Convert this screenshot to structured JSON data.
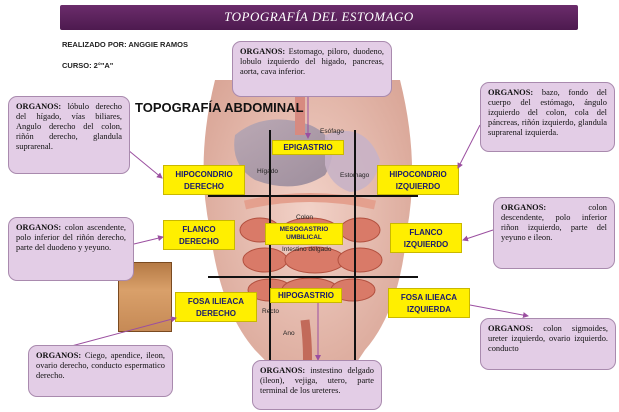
{
  "header": {
    "title": "TOPOGRAFÍA DEL ESTOMAGO"
  },
  "meta": {
    "author": "REALIZADO POR: ANGGIE RAMOS",
    "course": "CURSO: 2°\"A\""
  },
  "main_title": "TOPOGRAFÍA ABDOMINAL",
  "organ_label": "ORGANOS:",
  "boxes": {
    "epigastrio": "Estomago, piloro, duodeno, lobulo izquierdo del higado, pancreas, aorta, cava inferior.",
    "hipo_der": "lóbulo derecho del hígado, vías biliares, Angulo derecho del colon, riñón derecho, glandula suprarenal.",
    "hipo_izq": "bazo, fondo del cuerpo del estómago, ángulo izquierdo del colon, cola del páncreas, riñón izquierdo, glandula suprarenal izquierda.",
    "flanco_der": "colon ascendente, polo inferior del riñón derecho, parte del duodeno y yeyuno.",
    "flanco_izq": "colon descendente, polo inferior riñon izquierdo, parte del yeyuno e ileon.",
    "fosa_der": "Ciego, apendice, ileon, ovario derecho, conducto espermatico derecho.",
    "hipogastrio": "instestino delgado (ileon), vejiga, utero, parte terminal de los ureteres.",
    "fosa_izq": "colon sigmoides, ureter izquierdo, ovario izquierdo. conducto"
  },
  "regions": {
    "epigastrio": "EPIGASTRIO",
    "hipo_der_1": "HIPOCONDRIO",
    "hipo_der_2": "DERECHO",
    "hipo_izq_1": "HIPOCONDRIO",
    "hipo_izq_2": "IZQUIERDO",
    "flanco_der_1": "FLANCO",
    "flanco_der_2": "DERECHO",
    "meso_1": "MESOGASTRIO",
    "meso_2": "UMBILICAL",
    "flanco_izq_1": "FLANCO",
    "flanco_izq_2": "IZQUIERDO",
    "hipogastrio": "HIPOGASTRIO",
    "fosa_der_1": "FOSA ILIEACA",
    "fosa_der_2": "DERECHO",
    "fosa_izq_1": "FOSA ILIEACA",
    "fosa_izq_2": "IZQUIERDA"
  },
  "anatomy_labels": {
    "esofago": "Esófago",
    "higado": "Hígado",
    "estomago": "Estomago",
    "colon": "Colon",
    "intestino": "Intestino delgado",
    "recto": "Recto",
    "ano": "Ano"
  },
  "colors": {
    "banner": "#5a215c",
    "box": "#e3cde6",
    "region": "#ffef00",
    "region_text": "#1a1a6e",
    "lines": "#111111",
    "arrows": "#9b4fa0"
  }
}
